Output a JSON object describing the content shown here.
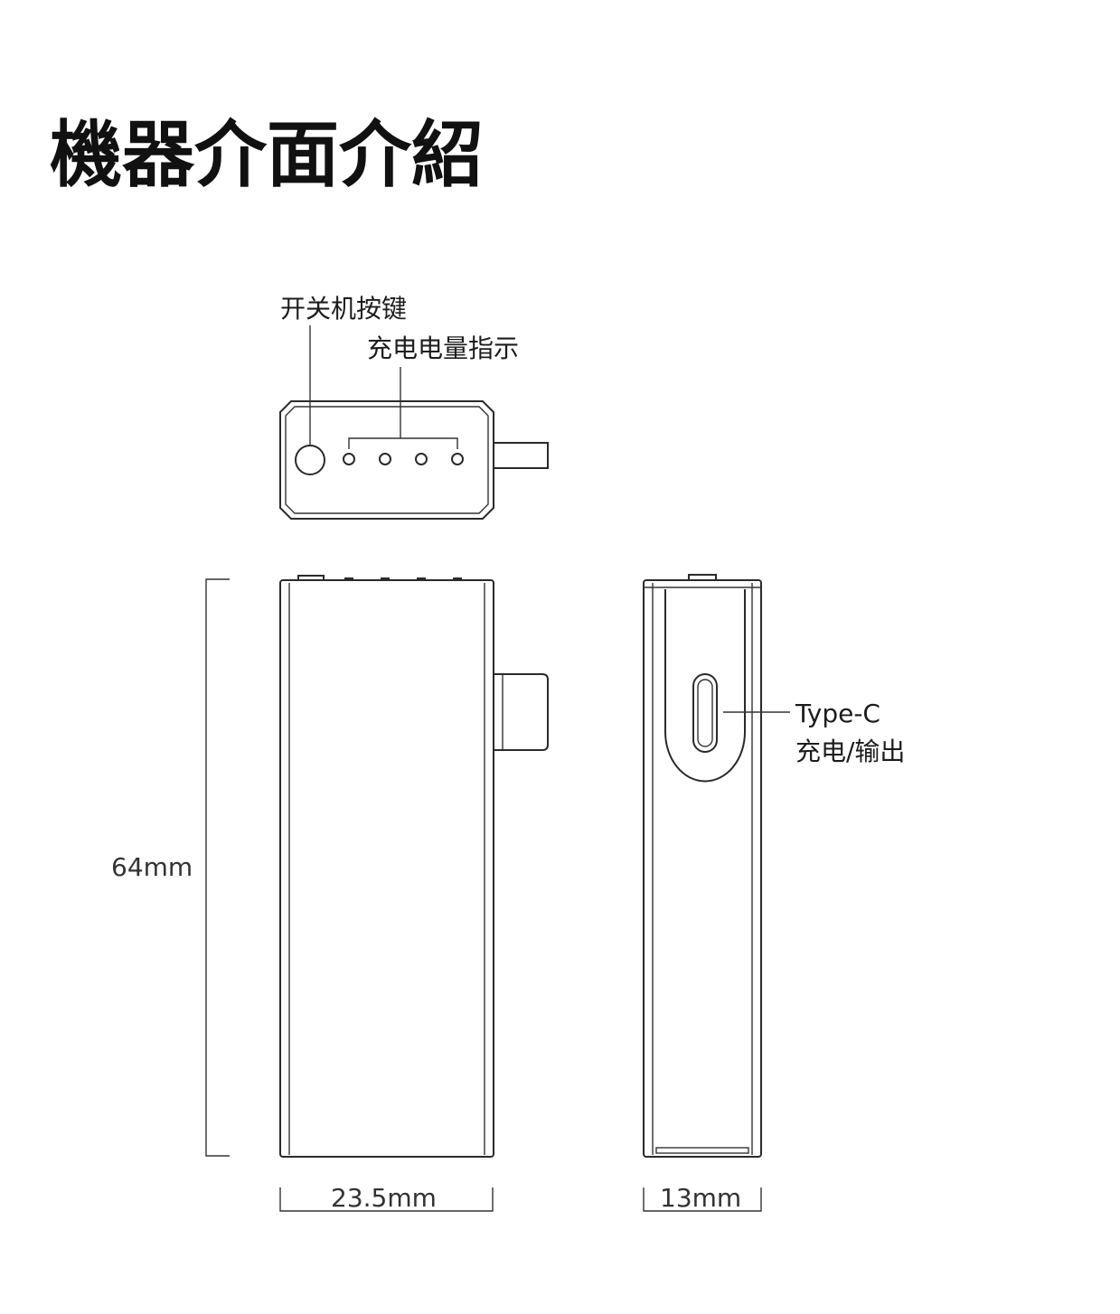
{
  "title": "機器介面介紹",
  "labels": {
    "power_button": "开关机按键",
    "charge_indicator": "充电电量指示",
    "typec_line1": "Type-C",
    "typec_line2": "充电/输出"
  },
  "dimensions": {
    "height": "64mm",
    "width": "23.5mm",
    "depth": "13mm"
  },
  "colors": {
    "line": "#2a2a2a",
    "background": "#ffffff"
  }
}
